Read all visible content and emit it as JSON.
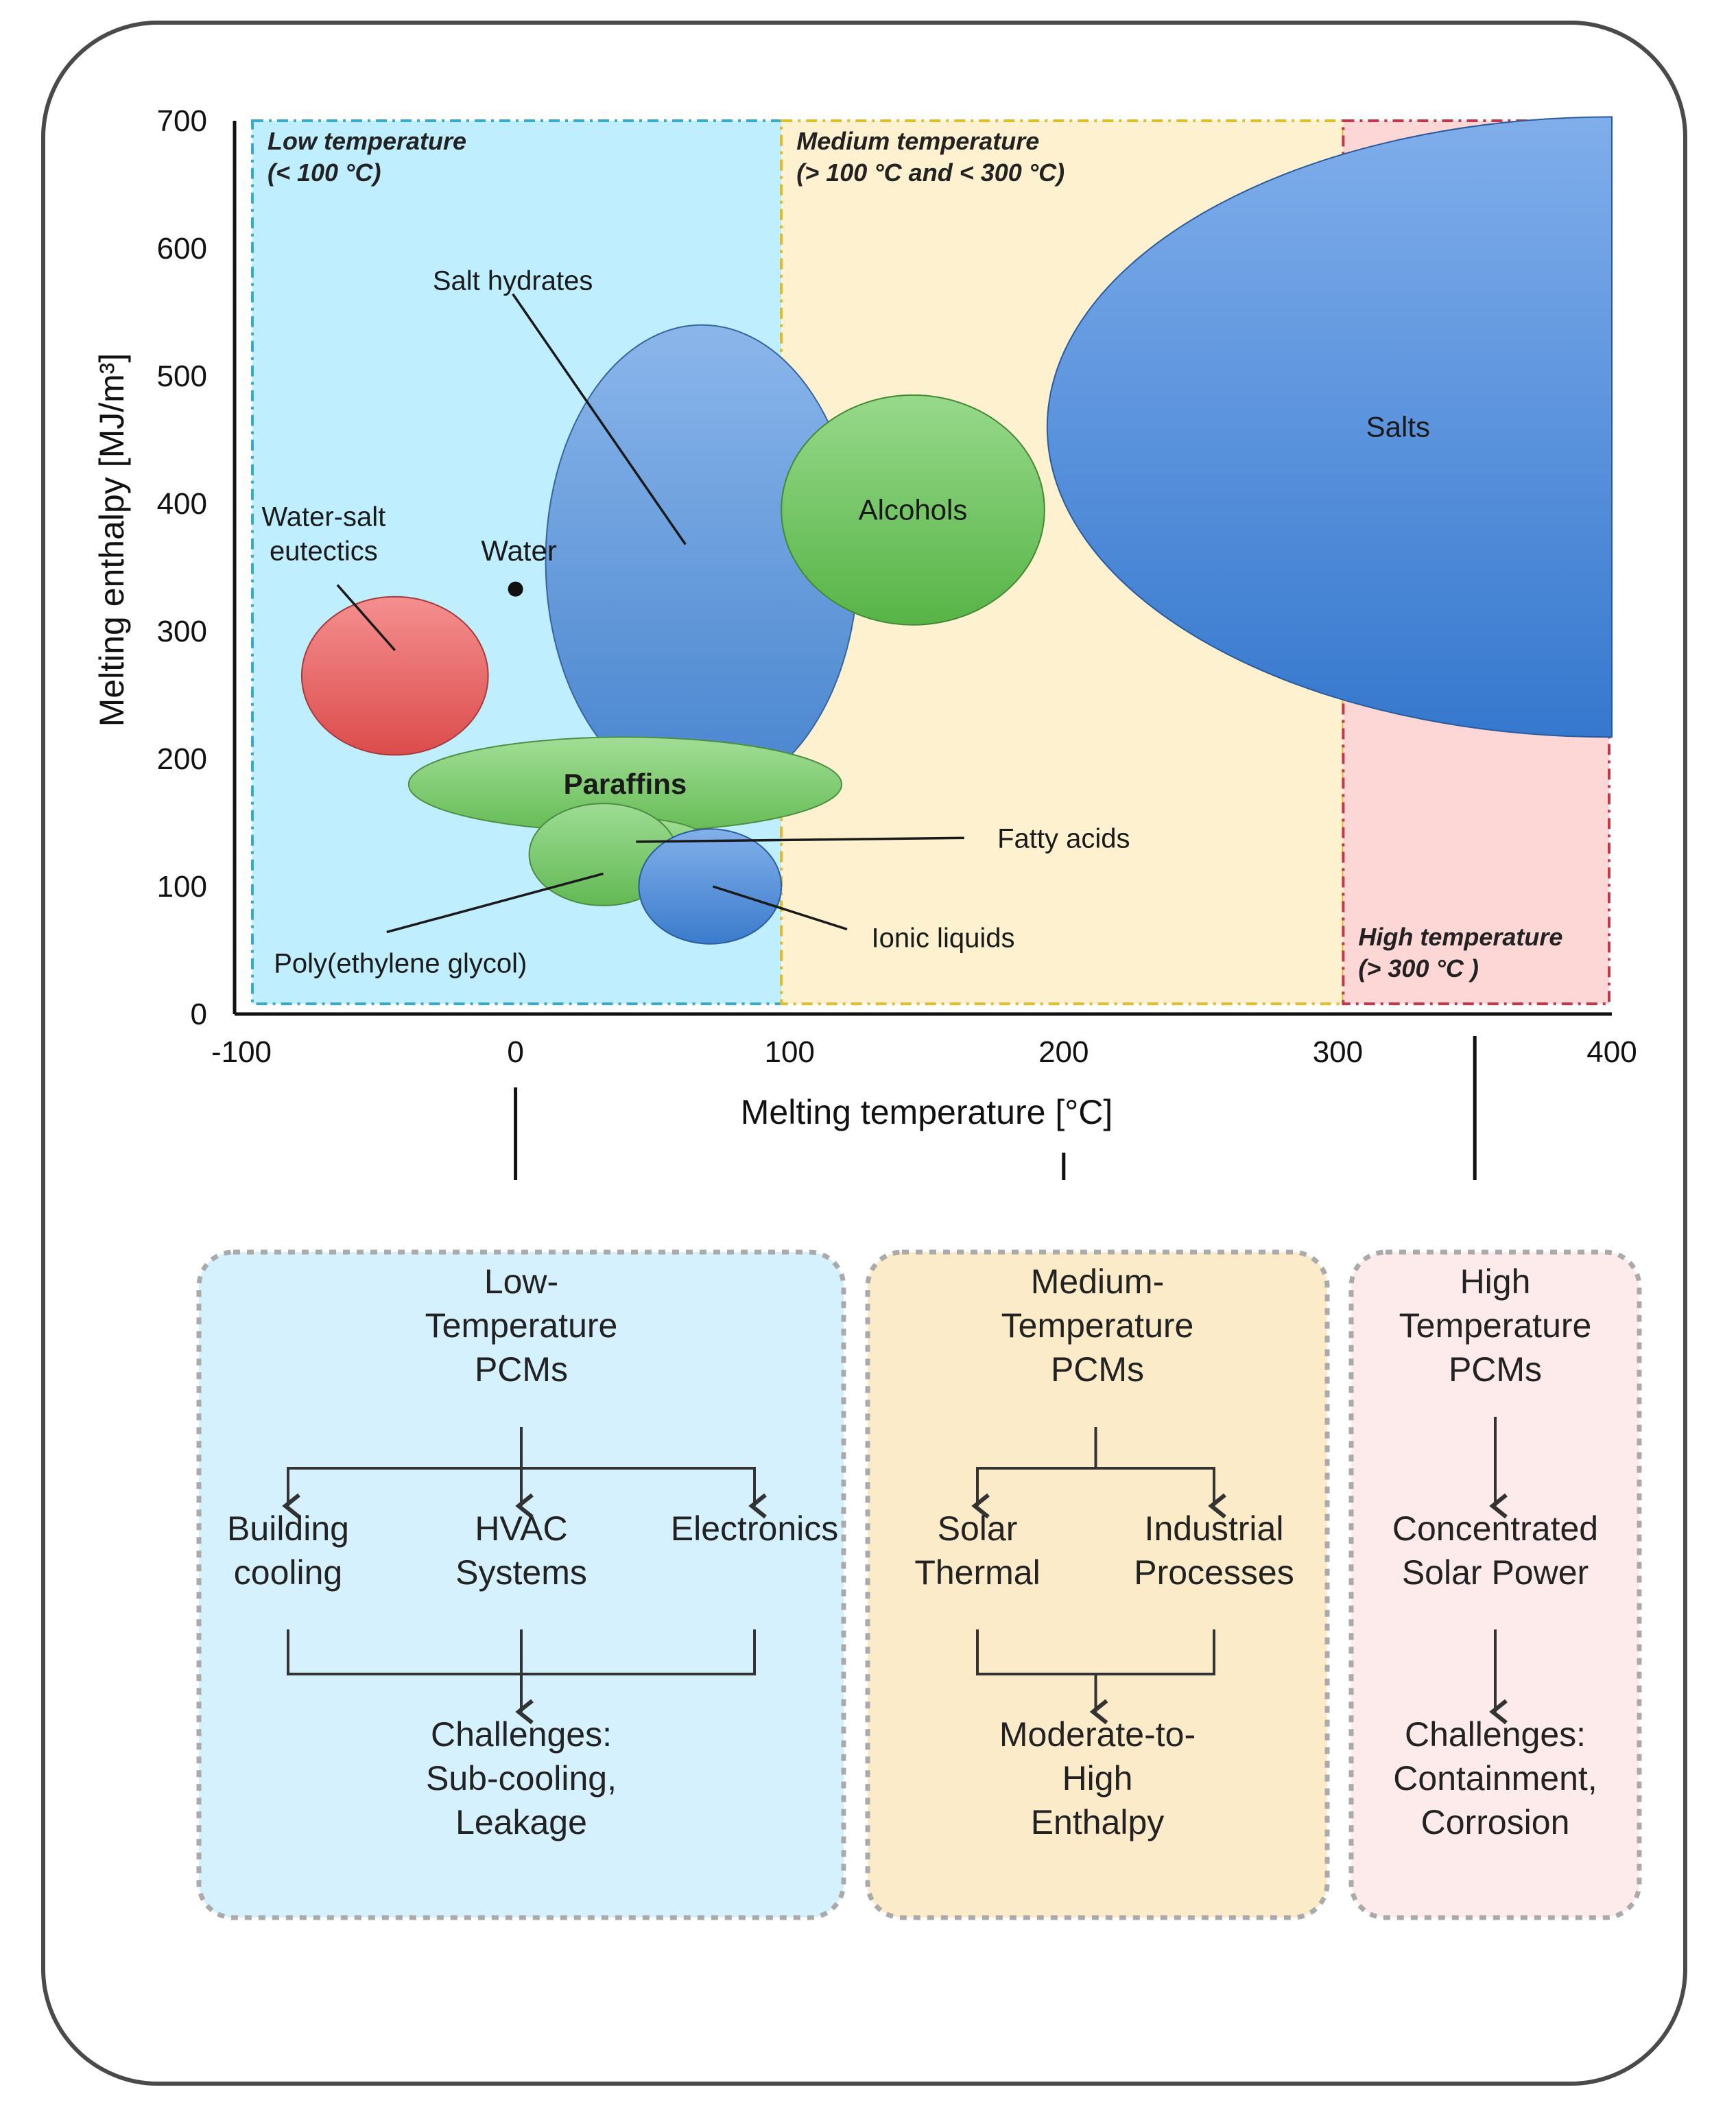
{
  "chart_data": {
    "type": "bubble",
    "xlabel": "Melting temperature [°C]",
    "ylabel": "Melting enthalpy [MJ/m³]",
    "xlim": [
      -100,
      400
    ],
    "ylim": [
      0,
      700
    ],
    "xticks": [
      -100,
      0,
      100,
      200,
      300,
      400
    ],
    "yticks": [
      0,
      100,
      200,
      300,
      400,
      500,
      600,
      700
    ],
    "regions": [
      {
        "name": "Low temperature",
        "range_label": "(< 100 °C)",
        "x": [
          -96,
          97
        ],
        "y": [
          8,
          700
        ],
        "fill": "#bfeefe",
        "stroke": "#3aa9c8",
        "label_pos": "top-left"
      },
      {
        "name": "Medium temperature",
        "range_label": "(> 100 °C and < 300 °C)",
        "x": [
          97,
          302
        ],
        "y": [
          8,
          700
        ],
        "fill": "#fdf1cf",
        "stroke": "#e0bd2a",
        "label_pos": "top-left"
      },
      {
        "name": "High temperature",
        "range_label": "(> 300 °C )",
        "x": [
          302,
          399
        ],
        "y": [
          8,
          700
        ],
        "fill": "#fdd6d6",
        "stroke": "#c0394b",
        "label_pos": "bottom-left"
      }
    ],
    "groups": [
      {
        "name": "Salt hydrates",
        "shape": "ellipse",
        "cx": 68,
        "cy": 355,
        "rx": 57,
        "ry": 185,
        "color": "#4d8fe0",
        "label_x": -1,
        "label_y": 575,
        "pointer_to": [
          62,
          368
        ]
      },
      {
        "name": "Alcohols",
        "shape": "ellipse",
        "cx": 145,
        "cy": 395,
        "rx": 48,
        "ry": 90,
        "color": "#5fc44c",
        "label_x": 145,
        "label_y": 395
      },
      {
        "name": "Salts",
        "shape": "half-ellipse",
        "cx": 400,
        "cy": 460,
        "rx": 206,
        "ry": 243,
        "color": "#3b82e0",
        "label_x": 322,
        "label_y": 460
      },
      {
        "name": "Water-salt eutectics",
        "shape": "ellipse",
        "cx": -44,
        "cy": 265,
        "rx": 34,
        "ry": 62,
        "color": "#ef5353",
        "label_x": -70,
        "label_y": 390,
        "pointer_to": [
          -44,
          285
        ]
      },
      {
        "name": "Paraffins",
        "shape": "ellipse",
        "cx": 40,
        "cy": 180,
        "rx": 79,
        "ry": 37,
        "color": "#6fcc5e",
        "label_x": 40,
        "label_y": 180
      },
      {
        "name": "Fatty acids",
        "shape": "ellipse",
        "cx": 44,
        "cy": 135,
        "rx": 26,
        "ry": 18,
        "color": "#72cd5f",
        "label_x": 200,
        "label_y": 138,
        "pointer_to": [
          44,
          135
        ]
      },
      {
        "name": "Poly(ethylene glycol)",
        "shape": "ellipse",
        "cx": 32,
        "cy": 125,
        "rx": 27,
        "ry": 40,
        "color": "#6ac95b",
        "label_x": -42,
        "label_y": 40,
        "pointer_to": [
          32,
          110
        ]
      },
      {
        "name": "Ionic liquids",
        "shape": "ellipse",
        "cx": 71,
        "cy": 100,
        "rx": 26,
        "ry": 45,
        "color": "#3f86de",
        "label_x": 156,
        "label_y": 60,
        "pointer_to": [
          72,
          100
        ]
      }
    ],
    "points": [
      {
        "name": "Water",
        "x": 0,
        "y": 333,
        "label_x": 0,
        "label_y": 363
      }
    ]
  },
  "panels": [
    {
      "title": "Low-\nTemperature\nPCMs",
      "branches": [
        "Building\ncooling",
        "HVAC\nSystems",
        "Electronics"
      ],
      "outcome": "Challenges:\nSub-cooling,\nLeakage",
      "fill": "#d5f1fd"
    },
    {
      "title": "Medium-\nTemperature\nPCMs",
      "branches": [
        "Solar\nThermal",
        "Industrial\nProcesses"
      ],
      "outcome": "Moderate-to-\nHigh\nEnthalpy",
      "fill": "#fcebc9"
    },
    {
      "title": "High\nTemperature\nPCMs",
      "branches": [
        "Concentrated\nSolar Power"
      ],
      "outcome": "Challenges:\nContainment,\nCorrosion",
      "fill": "#fdeaea"
    }
  ]
}
